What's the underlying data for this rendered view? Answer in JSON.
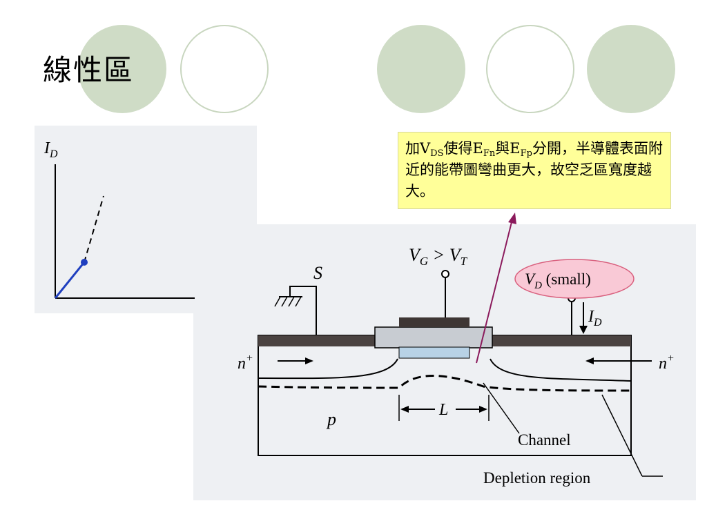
{
  "slide": {
    "title": "線性區"
  },
  "note": {
    "part1": "加V",
    "sub1": "DS",
    "part2": "使得E",
    "sub2": "Fn",
    "part3": "與E",
    "sub3": "Fp",
    "part4": "分開，半導體表面附近的能帶圖彎曲更大，故空乏區寬度越大。"
  },
  "graph": {
    "ylabel_main": "I",
    "ylabel_sub": "D"
  },
  "diagram": {
    "source_label": "S",
    "gate_label_main": "V",
    "gate_label_sub": "G",
    "gate_label_mid": " > V",
    "gate_label_sub2": "T",
    "drain_label_main": "V",
    "drain_label_sub": "D",
    "drain_label_rest": " (small)",
    "drain_current_main": "I",
    "drain_current_sub": "D",
    "n_left": "n",
    "n_right": "n",
    "n_sup": "+",
    "substrate_label": "p",
    "length_label": "L",
    "channel_label": "Channel",
    "depletion_label": "Depletion region"
  },
  "colors": {
    "circle_fill": "#cfdcc6",
    "circle_ring": "#c8d6bf",
    "note_bg": "#ffff99",
    "vd_ellipse_bg": "#f9c9d6",
    "vd_ellipse_border": "#d9607e",
    "pointer_line": "#8b1a5c",
    "graph_curve": "#1f3fbf"
  }
}
